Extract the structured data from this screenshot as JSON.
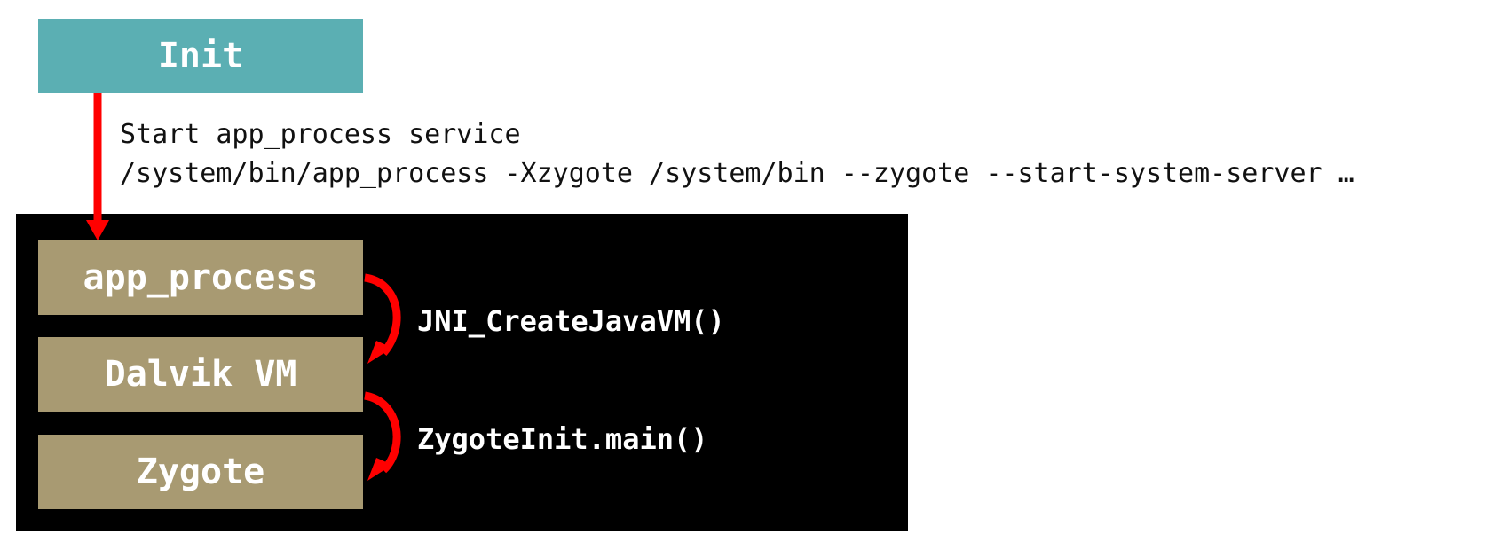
{
  "init": {
    "label": "Init"
  },
  "command": {
    "line1": "Start app_process service",
    "line2": "/system/bin/app_process -Xzygote /system/bin --zygote --start-system-server …"
  },
  "stack": {
    "app_process": "app_process",
    "dalvik_vm": "Dalvik VM",
    "zygote": "Zygote"
  },
  "calls": {
    "jni": "JNI_CreateJavaVM()",
    "zygote_init": "ZygoteInit.main()"
  },
  "colors": {
    "init_box": "#5BAFB3",
    "stack_box": "#A89A72",
    "panel": "#000000",
    "arrow": "#FF0000"
  }
}
